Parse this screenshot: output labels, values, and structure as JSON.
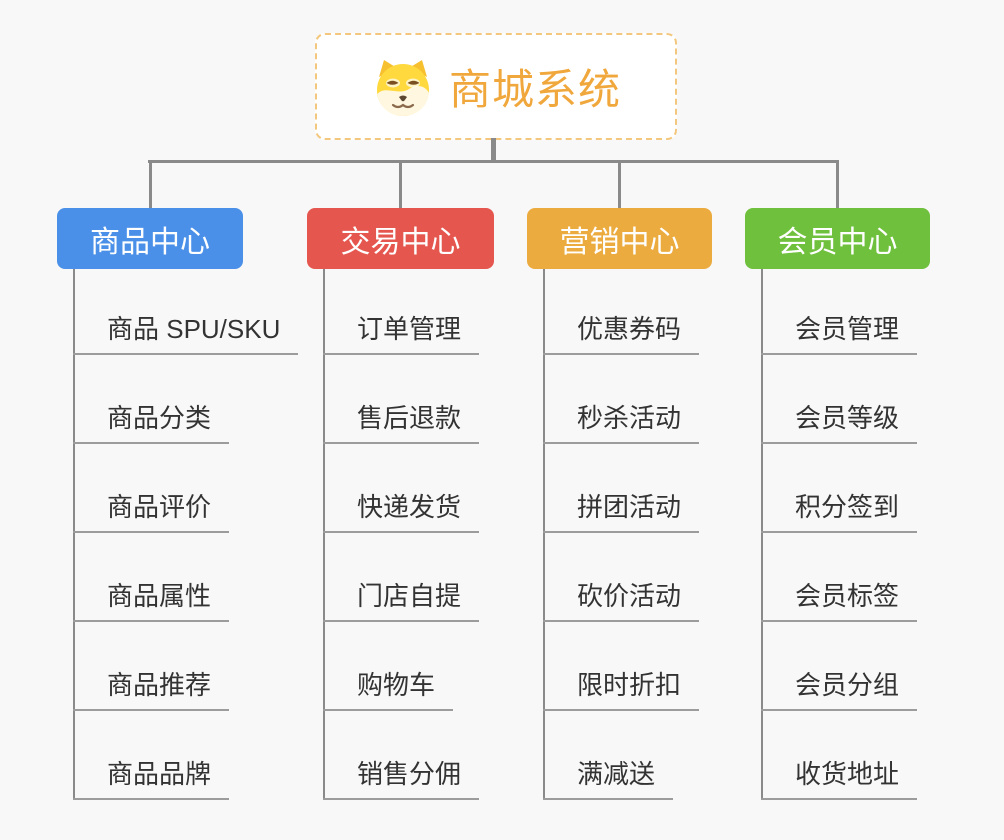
{
  "root": {
    "title": "商城系统",
    "icon": "dog-face-icon"
  },
  "colors": {
    "background": "#f8f8f8",
    "connector_gray": "#8a8a8a",
    "underline_gray": "#9c9c9c",
    "root_text": "#f0a73c",
    "root_border": "#f3c87e",
    "leaf_text": "#333333",
    "branch_blue": "#4a90e8",
    "branch_red": "#e5564f",
    "branch_orange": "#ecab3e",
    "branch_green": "#6fc03c"
  },
  "branches": [
    {
      "label": "商品中心",
      "color": "#4a90e8",
      "items": [
        "商品 SPU/SKU",
        "商品分类",
        "商品评价",
        "商品属性",
        "商品推荐",
        "商品品牌"
      ]
    },
    {
      "label": "交易中心",
      "color": "#e5564f",
      "items": [
        "订单管理",
        "售后退款",
        "快递发货",
        "门店自提",
        "购物车",
        "销售分佣"
      ]
    },
    {
      "label": "营销中心",
      "color": "#ecab3e",
      "items": [
        "优惠券码",
        "秒杀活动",
        "拼团活动",
        "砍价活动",
        "限时折扣",
        "满减送"
      ]
    },
    {
      "label": "会员中心",
      "color": "#6fc03c",
      "items": [
        "会员管理",
        "会员等级",
        "积分签到",
        "会员标签",
        "会员分组",
        "收货地址"
      ]
    }
  ]
}
